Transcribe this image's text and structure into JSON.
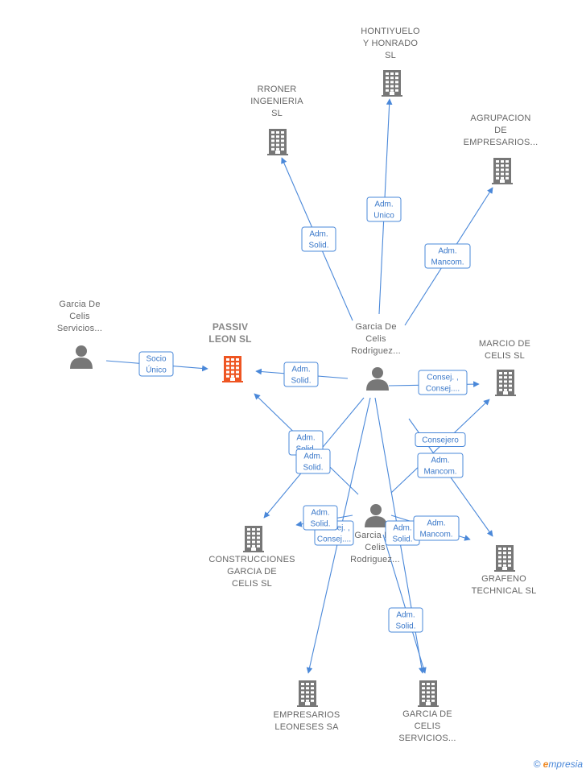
{
  "colors": {
    "edge": "#4a88d9",
    "building": "#777777",
    "building_main": "#ee5522",
    "person": "#777777"
  },
  "nodes": [
    {
      "id": "passiv",
      "type": "building",
      "main": true,
      "lines": [
        "PASSIV",
        "LEON  SL"
      ]
    },
    {
      "id": "rroner",
      "type": "building",
      "lines": [
        "RRONER",
        "INGENIERIA",
        "SL"
      ]
    },
    {
      "id": "hontiyuelo",
      "type": "building",
      "lines": [
        "HONTIYUELO",
        "Y HONRADO",
        "SL"
      ]
    },
    {
      "id": "agrupacion",
      "type": "building",
      "lines": [
        "AGRUPACION",
        "DE",
        "EMPRESARIOS..."
      ]
    },
    {
      "id": "marcio",
      "type": "building",
      "lines": [
        "MARCIO DE",
        "CELIS  SL"
      ]
    },
    {
      "id": "grafeno",
      "type": "building",
      "lines": [
        "GRAFENO",
        "TECHNICAL  SL"
      ]
    },
    {
      "id": "construcciones",
      "type": "building",
      "lines": [
        "CONSTRUCCIONES",
        "GARCIA DE",
        "CELIS  SL"
      ]
    },
    {
      "id": "empresarios",
      "type": "building",
      "lines": [
        "EMPRESARIOS",
        "LEONESES SA"
      ]
    },
    {
      "id": "garciaserv",
      "type": "building",
      "lines": [
        "GARCIA DE",
        "CELIS",
        "SERVICIOS..."
      ]
    },
    {
      "id": "p_servicios",
      "type": "person",
      "lines": [
        "Garcia De",
        "Celis",
        "Servicios..."
      ]
    },
    {
      "id": "p_main",
      "type": "person",
      "lines": [
        "Garcia De",
        "Celis",
        "Rodriguez..."
      ]
    },
    {
      "id": "p_second",
      "type": "person",
      "lines": [
        "Garcia De",
        "Celis",
        "Rodriguez..."
      ]
    }
  ],
  "edges": [
    {
      "from": "p_servicios",
      "to": "passiv",
      "lines": [
        "Socio",
        "Único"
      ]
    },
    {
      "from": "p_main",
      "to": "passiv",
      "lines": [
        "Adm.",
        "Solid."
      ]
    },
    {
      "from": "p_main",
      "to": "rroner",
      "lines": [
        "Adm.",
        "Solid."
      ]
    },
    {
      "from": "p_main",
      "to": "hontiyuelo",
      "lines": [
        "Adm.",
        "Unico"
      ]
    },
    {
      "from": "p_main",
      "to": "agrupacion",
      "lines": [
        "Adm.",
        "Mancom."
      ]
    },
    {
      "from": "p_main",
      "to": "marcio",
      "lines": [
        "Consej. ,",
        "Consej...."
      ]
    },
    {
      "from": "p_main",
      "to": "grafeno",
      "lines": [
        "Adm.",
        "Mancom."
      ]
    },
    {
      "from": "p_main",
      "to": "construcciones",
      "lines": [
        "Adm.",
        "Solid."
      ]
    },
    {
      "from": "p_main",
      "to": "empresarios",
      "lines": [
        "Consej. ,",
        "Consej...."
      ]
    },
    {
      "from": "p_main",
      "to": "garciaserv",
      "lines": [
        "Adm.",
        "Solid."
      ]
    },
    {
      "from": "p_second",
      "to": "passiv",
      "lines": [
        "Adm.",
        "Solid."
      ]
    },
    {
      "from": "p_second",
      "to": "marcio",
      "lines": [
        "Consejero"
      ]
    },
    {
      "from": "p_second",
      "to": "construcciones",
      "lines": [
        "Adm.",
        "Solid."
      ]
    },
    {
      "from": "p_second",
      "to": "grafeno",
      "lines": [
        "Adm.",
        "Mancom."
      ]
    },
    {
      "from": "p_second",
      "to": "garciaserv",
      "lines": [
        "Adm.",
        "Solid."
      ]
    }
  ],
  "brand": {
    "copyright": "©",
    "initial": "e",
    "name": "mpresia"
  }
}
